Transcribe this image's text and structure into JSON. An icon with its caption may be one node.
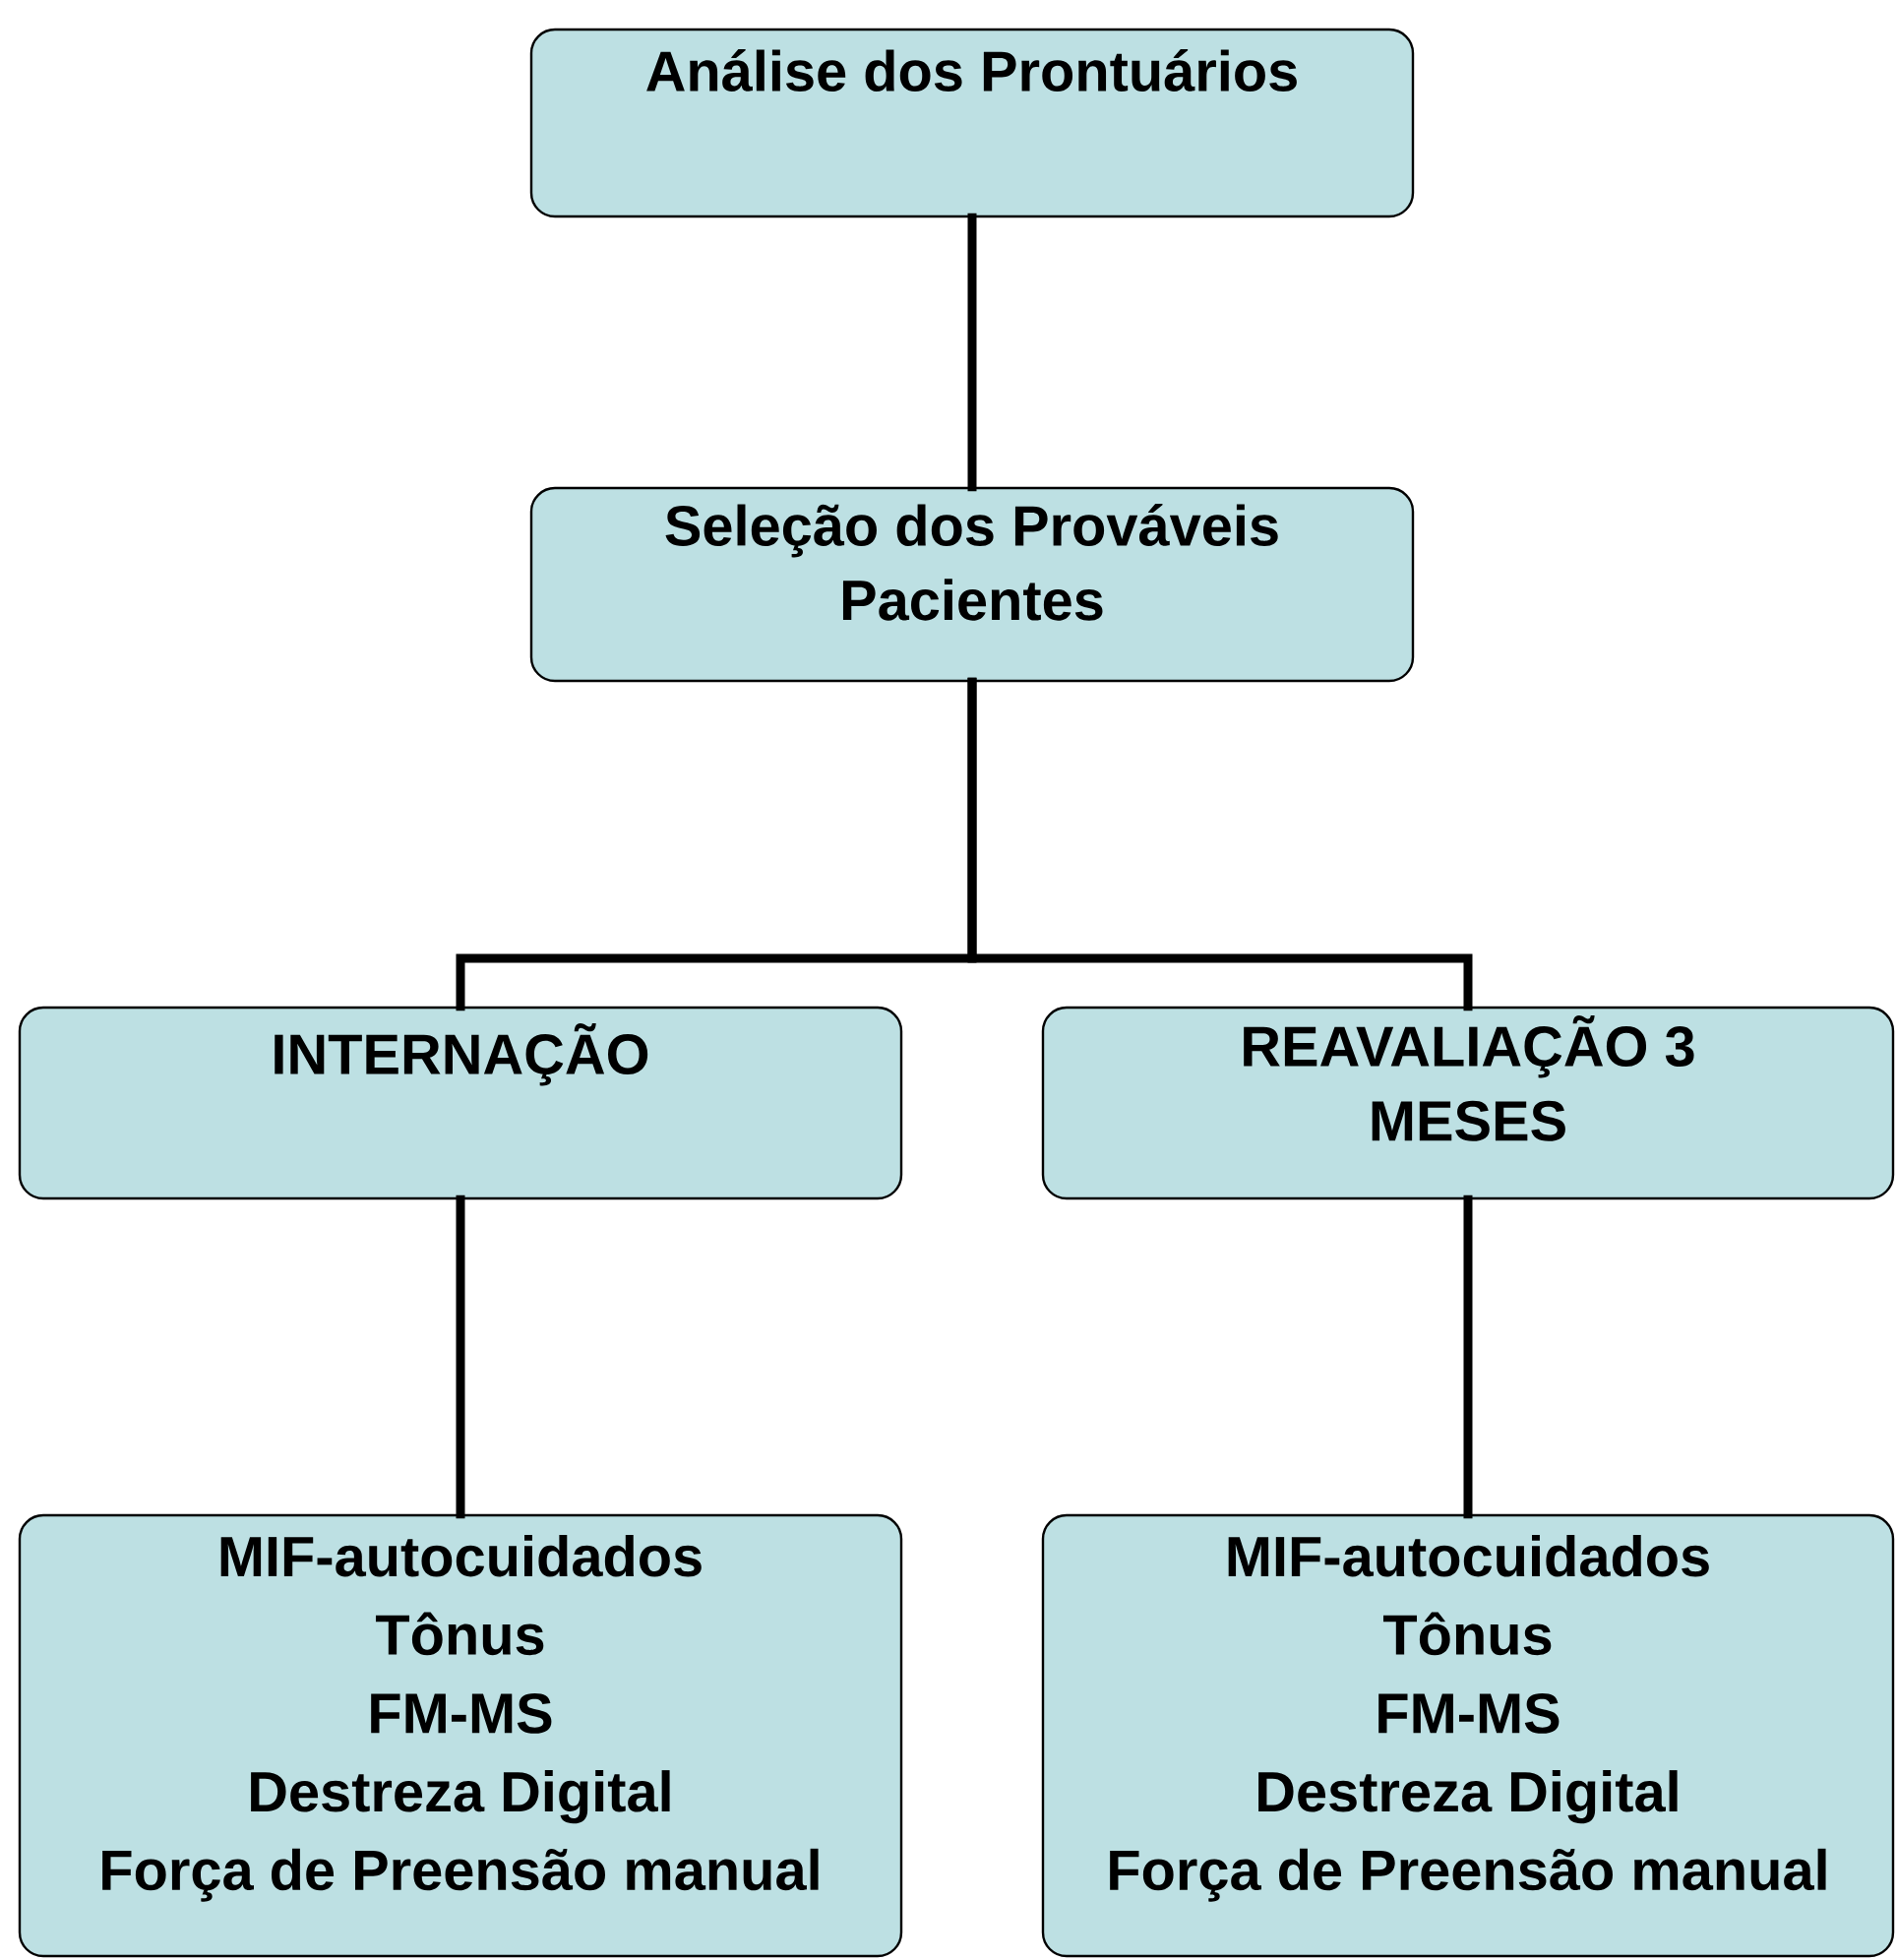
{
  "diagram": {
    "nodes": [
      {
        "text": [
          "Análise dos Prontuários"
        ]
      },
      {
        "text": [
          "Seleção dos Prováveis Pacientes"
        ]
      },
      {
        "text": [
          "INTERNAÇÃO"
        ]
      },
      {
        "text": [
          "REAVALIAÇÃO 3 MESES"
        ]
      },
      {
        "text": [
          "MIF-autocuidados",
          "Tônus",
          "FM-MS",
          "Destreza Digital",
          "Força de Preensão manual"
        ]
      },
      {
        "text": [
          "MIF-autocuidados",
          "Tônus",
          "FM-MS",
          "Destreza Digital",
          "Força de Preensão manual"
        ]
      }
    ],
    "edges": [
      {
        "from": 0,
        "to": 1,
        "arrow": "none"
      },
      {
        "from": 1,
        "to": 2,
        "arrow": "none"
      },
      {
        "from": 1,
        "to": 3,
        "arrow": "none"
      },
      {
        "from": 2,
        "to": 4,
        "arrow": "none"
      },
      {
        "from": 3,
        "to": 5,
        "arrow": "none"
      }
    ]
  }
}
